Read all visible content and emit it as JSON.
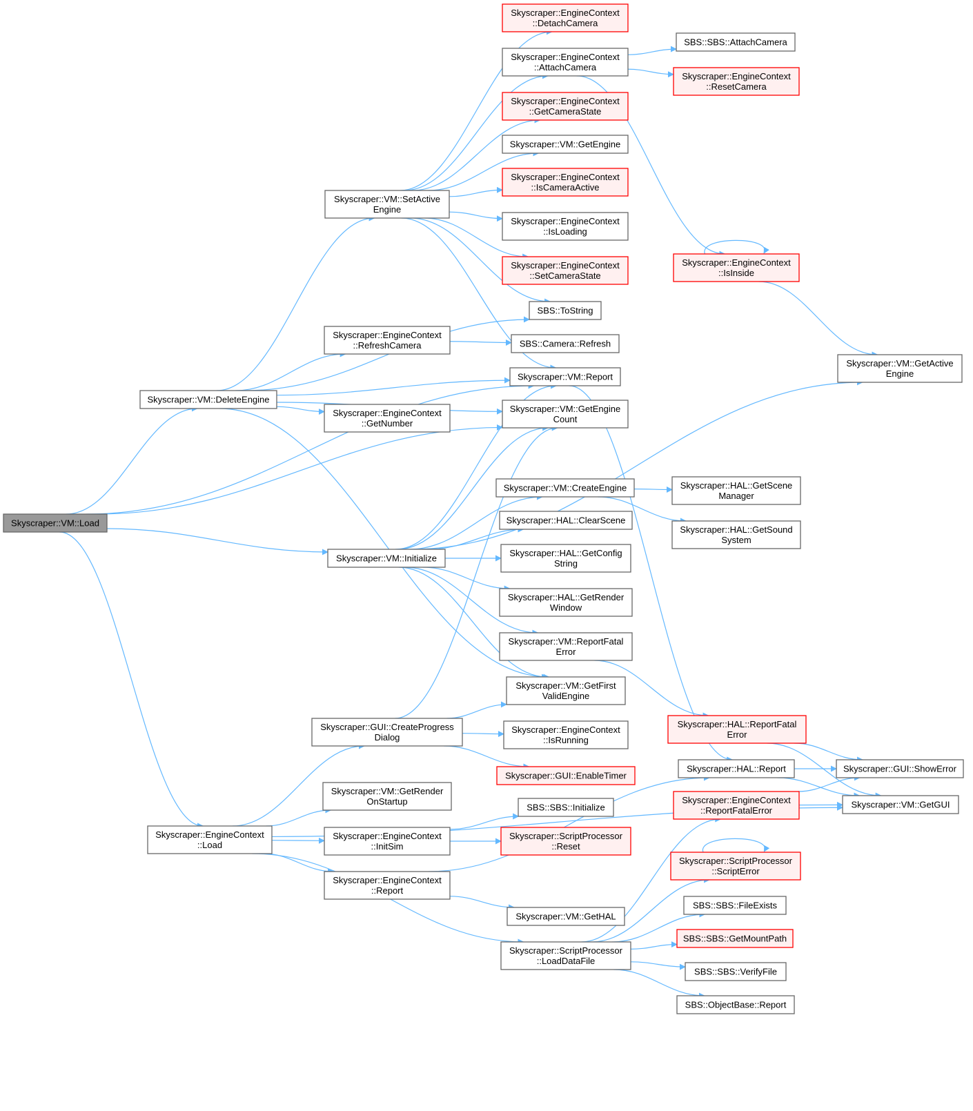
{
  "colors": {
    "edge": "#63b8ff",
    "normal_border": "#666666",
    "normal_fill": "#ffffff",
    "truncated_border": "#ff0000",
    "truncated_fill": "#fff0f0",
    "root_fill": "#999999",
    "root_border": "#666666"
  },
  "nodes": [
    {
      "id": "load",
      "lines": [
        "Skyscraper::VM::Load"
      ],
      "style": "root"
    },
    {
      "id": "deleteEngine",
      "lines": [
        "Skyscraper::VM::DeleteEngine"
      ],
      "style": "normal"
    },
    {
      "id": "initialize",
      "lines": [
        "Skyscraper::VM::Initialize"
      ],
      "style": "normal"
    },
    {
      "id": "ecLoad",
      "lines": [
        "Skyscraper::EngineContext",
        "::Load"
      ],
      "style": "normal"
    },
    {
      "id": "setActive",
      "lines": [
        "Skyscraper::VM::SetActive",
        "Engine"
      ],
      "style": "normal"
    },
    {
      "id": "refreshCam",
      "lines": [
        "Skyscraper::EngineContext",
        "::RefreshCamera"
      ],
      "style": "normal"
    },
    {
      "id": "getNumber",
      "lines": [
        "Skyscraper::EngineContext",
        "::GetNumber"
      ],
      "style": "normal"
    },
    {
      "id": "createProgress",
      "lines": [
        "Skyscraper::GUI::CreateProgress",
        "Dialog"
      ],
      "style": "normal"
    },
    {
      "id": "getRenderStartup",
      "lines": [
        "Skyscraper::VM::GetRender",
        "OnStartup"
      ],
      "style": "normal"
    },
    {
      "id": "initSim",
      "lines": [
        "Skyscraper::EngineContext",
        "::InitSim"
      ],
      "style": "normal"
    },
    {
      "id": "ecReport",
      "lines": [
        "Skyscraper::EngineContext",
        "::Report"
      ],
      "style": "normal"
    },
    {
      "id": "detachCam",
      "lines": [
        "Skyscraper::EngineContext",
        "::DetachCamera"
      ],
      "style": "truncated"
    },
    {
      "id": "attachCam",
      "lines": [
        "Skyscraper::EngineContext",
        "::AttachCamera"
      ],
      "style": "normal"
    },
    {
      "id": "getCamState",
      "lines": [
        "Skyscraper::EngineContext",
        "::GetCameraState"
      ],
      "style": "truncated"
    },
    {
      "id": "vmGetEngine",
      "lines": [
        "Skyscraper::VM::GetEngine"
      ],
      "style": "normal"
    },
    {
      "id": "isCamActive",
      "lines": [
        "Skyscraper::EngineContext",
        "::IsCameraActive"
      ],
      "style": "truncated"
    },
    {
      "id": "isLoading",
      "lines": [
        "Skyscraper::EngineContext",
        "::IsLoading"
      ],
      "style": "normal"
    },
    {
      "id": "setCamState",
      "lines": [
        "Skyscraper::EngineContext",
        "::SetCameraState"
      ],
      "style": "truncated"
    },
    {
      "id": "toString",
      "lines": [
        "SBS::ToString"
      ],
      "style": "normal"
    },
    {
      "id": "camRefresh",
      "lines": [
        "SBS::Camera::Refresh"
      ],
      "style": "normal"
    },
    {
      "id": "vmReport",
      "lines": [
        "Skyscraper::VM::Report"
      ],
      "style": "normal"
    },
    {
      "id": "engineCount",
      "lines": [
        "Skyscraper::VM::GetEngine",
        "Count"
      ],
      "style": "normal"
    },
    {
      "id": "createEngine",
      "lines": [
        "Skyscraper::VM::CreateEngine"
      ],
      "style": "normal"
    },
    {
      "id": "clearScene",
      "lines": [
        "Skyscraper::HAL::ClearScene"
      ],
      "style": "normal"
    },
    {
      "id": "getConfigString",
      "lines": [
        "Skyscraper::HAL::GetConfig",
        "String"
      ],
      "style": "normal"
    },
    {
      "id": "getRenderWindow",
      "lines": [
        "Skyscraper::HAL::GetRender",
        "Window"
      ],
      "style": "normal"
    },
    {
      "id": "vmReportFatal",
      "lines": [
        "Skyscraper::VM::ReportFatal",
        "Error"
      ],
      "style": "normal"
    },
    {
      "id": "firstValid",
      "lines": [
        "Skyscraper::VM::GetFirst",
        "ValidEngine"
      ],
      "style": "normal"
    },
    {
      "id": "isRunning",
      "lines": [
        "Skyscraper::EngineContext",
        "::IsRunning"
      ],
      "style": "normal"
    },
    {
      "id": "enableTimer",
      "lines": [
        "Skyscraper::GUI::EnableTimer"
      ],
      "style": "truncated"
    },
    {
      "id": "sbsInitialize",
      "lines": [
        "SBS::SBS::Initialize"
      ],
      "style": "normal"
    },
    {
      "id": "spReset",
      "lines": [
        "Skyscraper::ScriptProcessor",
        "::Reset"
      ],
      "style": "truncated"
    },
    {
      "id": "getHAL",
      "lines": [
        "Skyscraper::VM::GetHAL"
      ],
      "style": "normal"
    },
    {
      "id": "loadDataFile",
      "lines": [
        "Skyscraper::ScriptProcessor",
        "::LoadDataFile"
      ],
      "style": "normal"
    },
    {
      "id": "sbsAttachCam",
      "lines": [
        "SBS::SBS::AttachCamera"
      ],
      "style": "normal"
    },
    {
      "id": "resetCam",
      "lines": [
        "Skyscraper::EngineContext",
        "::ResetCamera"
      ],
      "style": "truncated"
    },
    {
      "id": "isInside",
      "lines": [
        "Skyscraper::EngineContext",
        "::IsInside"
      ],
      "style": "truncated"
    },
    {
      "id": "getSceneMgr",
      "lines": [
        "Skyscraper::HAL::GetScene",
        "Manager"
      ],
      "style": "normal"
    },
    {
      "id": "getSoundSys",
      "lines": [
        "Skyscraper::HAL::GetSound",
        "System"
      ],
      "style": "normal"
    },
    {
      "id": "halReportFatal",
      "lines": [
        "Skyscraper::HAL::ReportFatal",
        "Error"
      ],
      "style": "truncated"
    },
    {
      "id": "halReport",
      "lines": [
        "Skyscraper::HAL::Report"
      ],
      "style": "normal"
    },
    {
      "id": "ecReportFatal",
      "lines": [
        "Skyscraper::EngineContext",
        "::ReportFatalError"
      ],
      "style": "truncated"
    },
    {
      "id": "scriptError",
      "lines": [
        "Skyscraper::ScriptProcessor",
        "::ScriptError"
      ],
      "style": "truncated"
    },
    {
      "id": "fileExists",
      "lines": [
        "SBS::SBS::FileExists"
      ],
      "style": "normal"
    },
    {
      "id": "getMountPath",
      "lines": [
        "SBS::SBS::GetMountPath"
      ],
      "style": "truncated"
    },
    {
      "id": "verifyFile",
      "lines": [
        "SBS::SBS::VerifyFile"
      ],
      "style": "normal"
    },
    {
      "id": "objReport",
      "lines": [
        "SBS::ObjectBase::Report"
      ],
      "style": "normal"
    },
    {
      "id": "getActiveEngine",
      "lines": [
        "Skyscraper::VM::GetActive",
        "Engine"
      ],
      "style": "normal"
    },
    {
      "id": "showError",
      "lines": [
        "Skyscraper::GUI::ShowError"
      ],
      "style": "normal"
    },
    {
      "id": "getGUI",
      "lines": [
        "Skyscraper::VM::GetGUI"
      ],
      "style": "normal"
    }
  ],
  "edges": [
    [
      "load",
      "deleteEngine"
    ],
    [
      "load",
      "initialize"
    ],
    [
      "load",
      "ecLoad"
    ],
    [
      "load",
      "vmReport"
    ],
    [
      "load",
      "engineCount"
    ],
    [
      "deleteEngine",
      "setActive"
    ],
    [
      "deleteEngine",
      "refreshCam"
    ],
    [
      "deleteEngine",
      "getNumber"
    ],
    [
      "deleteEngine",
      "toString"
    ],
    [
      "deleteEngine",
      "vmReport"
    ],
    [
      "deleteEngine",
      "engineCount"
    ],
    [
      "deleteEngine",
      "firstValid"
    ],
    [
      "setActive",
      "detachCam"
    ],
    [
      "setActive",
      "attachCam"
    ],
    [
      "setActive",
      "getCamState"
    ],
    [
      "setActive",
      "vmGetEngine"
    ],
    [
      "setActive",
      "isCamActive"
    ],
    [
      "setActive",
      "isLoading"
    ],
    [
      "setActive",
      "setCamState"
    ],
    [
      "setActive",
      "toString"
    ],
    [
      "setActive",
      "vmReport"
    ],
    [
      "attachCam",
      "sbsAttachCam"
    ],
    [
      "attachCam",
      "resetCam"
    ],
    [
      "attachCam",
      "isInside"
    ],
    [
      "isInside",
      "isInside"
    ],
    [
      "isInside",
      "getActiveEngine"
    ],
    [
      "refreshCam",
      "camRefresh"
    ],
    [
      "vmReport",
      "halReport"
    ],
    [
      "initialize",
      "vmReport"
    ],
    [
      "initialize",
      "engineCount"
    ],
    [
      "initialize",
      "getActiveEngine"
    ],
    [
      "initialize",
      "createEngine"
    ],
    [
      "initialize",
      "clearScene"
    ],
    [
      "initialize",
      "getConfigString"
    ],
    [
      "initialize",
      "getRenderWindow"
    ],
    [
      "initialize",
      "vmReportFatal"
    ],
    [
      "initialize",
      "firstValid"
    ],
    [
      "createEngine",
      "getSceneMgr"
    ],
    [
      "createEngine",
      "getSoundSys"
    ],
    [
      "vmReportFatal",
      "halReportFatal"
    ],
    [
      "halReportFatal",
      "showError"
    ],
    [
      "halReportFatal",
      "getGUI"
    ],
    [
      "halReport",
      "showError"
    ],
    [
      "halReport",
      "getGUI"
    ],
    [
      "ecReportFatal",
      "showError"
    ],
    [
      "ecReportFatal",
      "getGUI"
    ],
    [
      "ecLoad",
      "createProgress"
    ],
    [
      "ecLoad",
      "getRenderStartup"
    ],
    [
      "ecLoad",
      "initSim"
    ],
    [
      "ecLoad",
      "ecReport"
    ],
    [
      "ecLoad",
      "loadDataFile"
    ],
    [
      "ecLoad",
      "getGUI"
    ],
    [
      "createProgress",
      "engineCount"
    ],
    [
      "createProgress",
      "firstValid"
    ],
    [
      "createProgress",
      "isRunning"
    ],
    [
      "createProgress",
      "enableTimer"
    ],
    [
      "initSim",
      "sbsInitialize"
    ],
    [
      "initSim",
      "spReset"
    ],
    [
      "ecReport",
      "halReport"
    ],
    [
      "ecReport",
      "getHAL"
    ],
    [
      "loadDataFile",
      "ecReportFatal"
    ],
    [
      "loadDataFile",
      "scriptError"
    ],
    [
      "loadDataFile",
      "fileExists"
    ],
    [
      "loadDataFile",
      "getMountPath"
    ],
    [
      "loadDataFile",
      "verifyFile"
    ],
    [
      "loadDataFile",
      "objReport"
    ],
    [
      "scriptError",
      "scriptError"
    ]
  ]
}
